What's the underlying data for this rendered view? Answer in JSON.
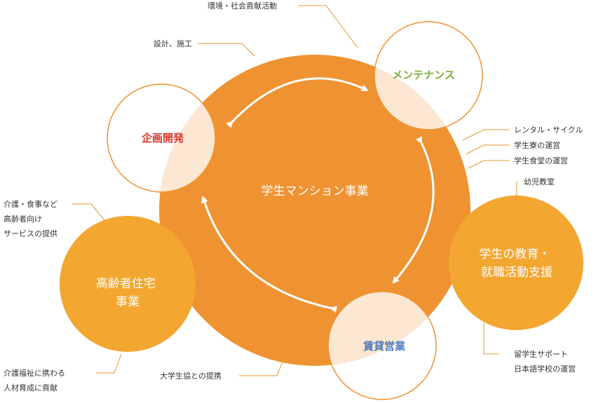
{
  "colors": {
    "main_orange": "#ef9232",
    "side_orange": "#f3a630",
    "leader": "#e8972e",
    "planning_red": "#d8362b",
    "maintenance_green": "#7cae3b",
    "leasing_blue": "#4a7bbf"
  },
  "center": {
    "label": "学生マンション事業"
  },
  "nodes": {
    "planning": "企画開発",
    "maintenance": "メンテナンス",
    "leasing": "賃貸営業",
    "elderly": [
      "高齢者住宅",
      "事業"
    ],
    "education": [
      "学生の教育・",
      "就職活動支援"
    ]
  },
  "annotations": {
    "environment": "環境・社会貢献活動",
    "design": "設計、施工",
    "rental_cycle": "レンタル・サイクル",
    "dorm": "学生寮の運営",
    "cafeteria": "学生食堂の運営",
    "kindergarten": "幼児教室",
    "elderly_services": [
      "介護・食事など",
      "高齢者向け",
      "サービスの提供"
    ],
    "welfare": [
      "介護福祉に携わる",
      "人材育成に貢献"
    ],
    "coop": "大学生協との提携",
    "intl": [
      "留学生サポート",
      "日本語学校の運営"
    ]
  }
}
